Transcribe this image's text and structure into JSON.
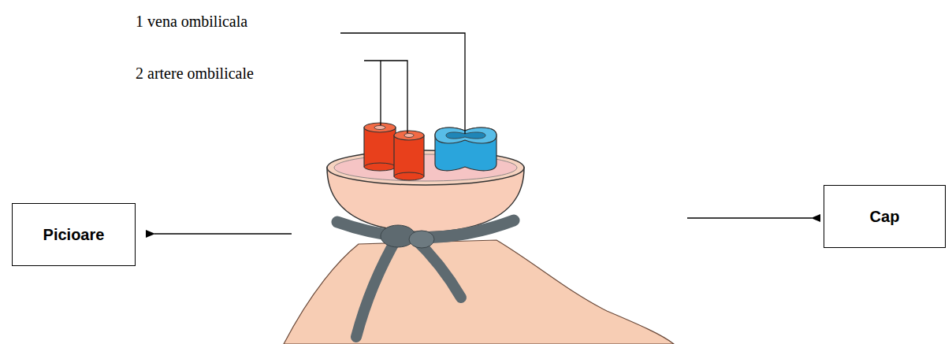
{
  "diagram": {
    "nodes": [
      {
        "text": [
          "Picioare"
        ]
      },
      {
        "text": [
          "Cap"
        ]
      }
    ],
    "edges": [],
    "labels": [
      "1 vena ombilicala",
      "2 artere ombilicale"
    ]
  }
}
